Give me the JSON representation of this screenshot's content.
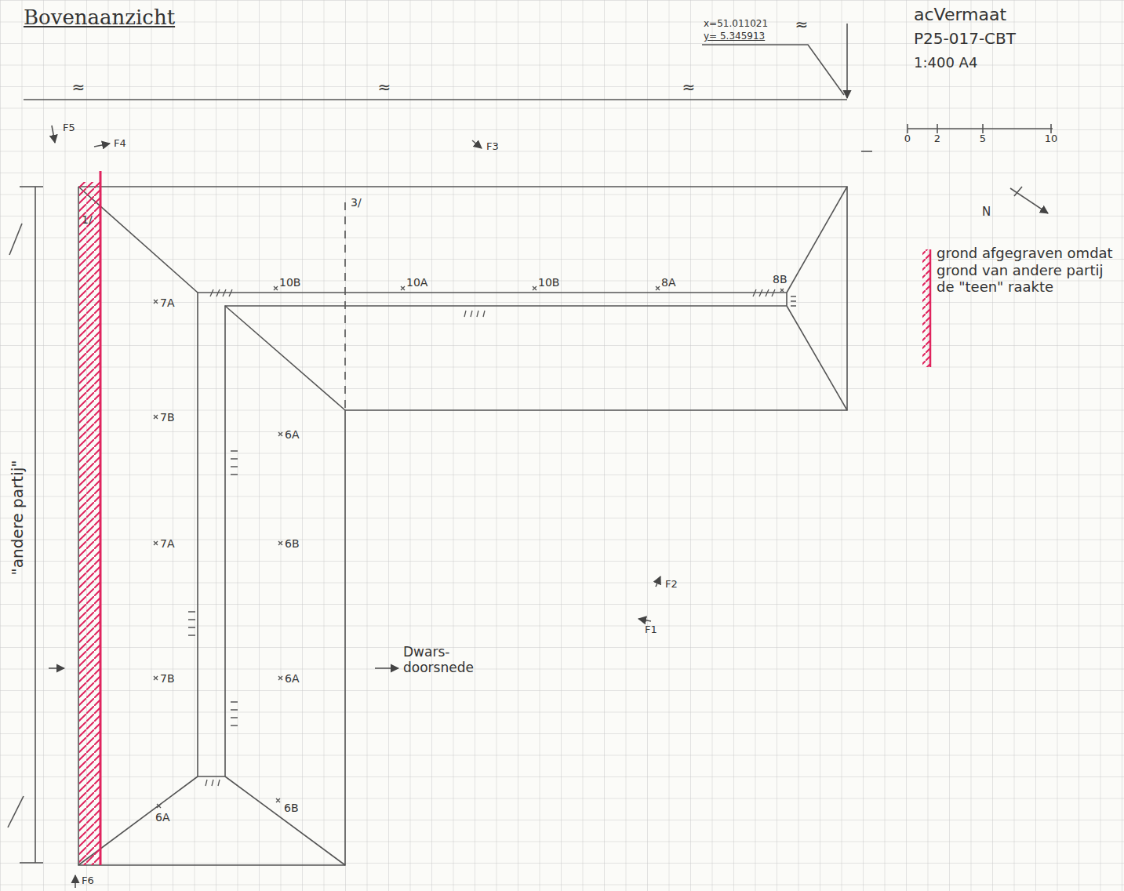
{
  "diagram": {
    "title": "Bovenaanzicht",
    "labels": [
      "x=51.011021",
      "y= 5.345913",
      "acVermaat",
      "P25-017-CBT",
      "1:400 A4",
      "0",
      "2",
      "5",
      "10",
      "N",
      "≈",
      "≈",
      "≈",
      "≈",
      "F5",
      "F4",
      "F3",
      "1/",
      "3/",
      "10B",
      "10A",
      "10B",
      "8A",
      "8B",
      "7A",
      "7B",
      "6A",
      "7A",
      "6B",
      "7B",
      "6A",
      "6A",
      "6B",
      "F2",
      "F1",
      "Dwars- doorsnede",
      "\"andere partij\"",
      "F6"
    ],
    "legend": [
      {
        "text": "grond afgegraven omdat grond van andere partij de \"teen\" raakte"
      }
    ]
  }
}
